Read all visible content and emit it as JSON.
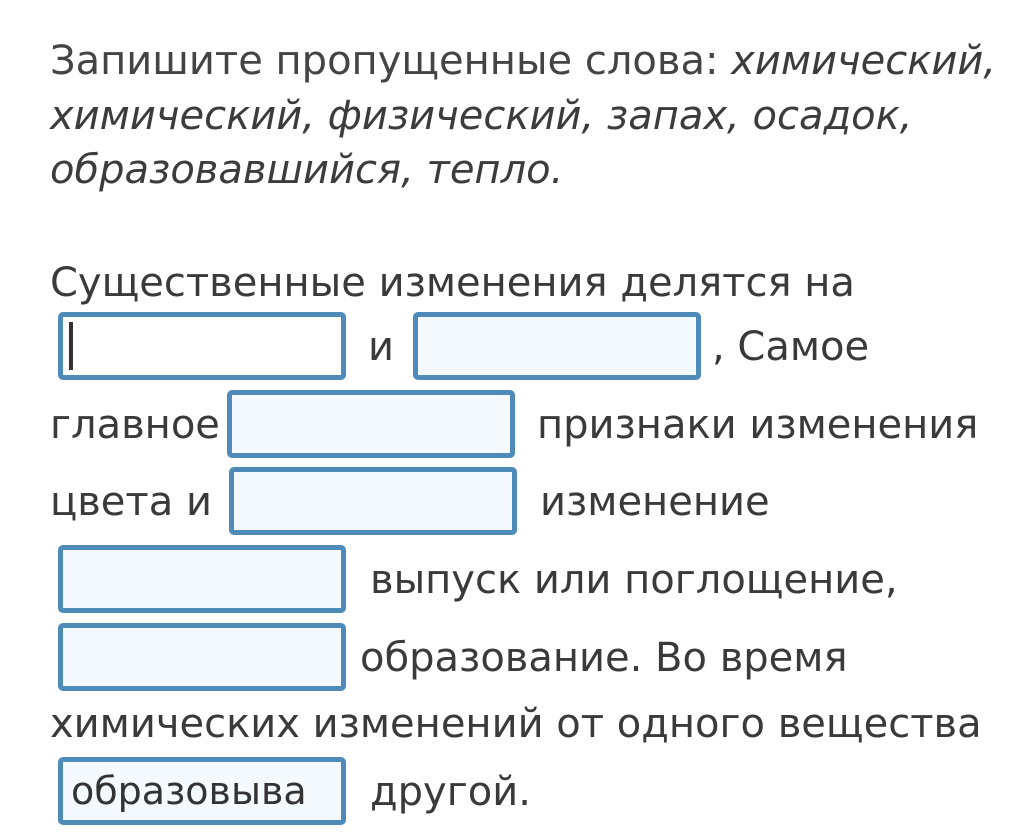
{
  "instruction": {
    "prefix": "Запишите пропущенные слова: ",
    "line1_words": "химический,",
    "line2": "химический, физический, запах, осадок,",
    "line3": "образовавшийся, тепло."
  },
  "text": {
    "t1": "Существенные изменения делятся на",
    "t2": "и",
    "t3": ", Самое",
    "t4": "главное",
    "t5": "признаки изменения",
    "t6": "цвета и",
    "t7": "изменение",
    "t8": "выпуск или поглощение,",
    "t9": "образование. Во время",
    "t10": "химических изменений от одного вещества",
    "t11": "другой."
  },
  "blanks": [
    {
      "value": ""
    },
    {
      "value": ""
    },
    {
      "value": ""
    },
    {
      "value": ""
    },
    {
      "value": ""
    },
    {
      "value": ""
    },
    {
      "value": "образовыва"
    }
  ],
  "colors": {
    "border": "#4f8bb8",
    "fill": "#f4f9fd"
  }
}
